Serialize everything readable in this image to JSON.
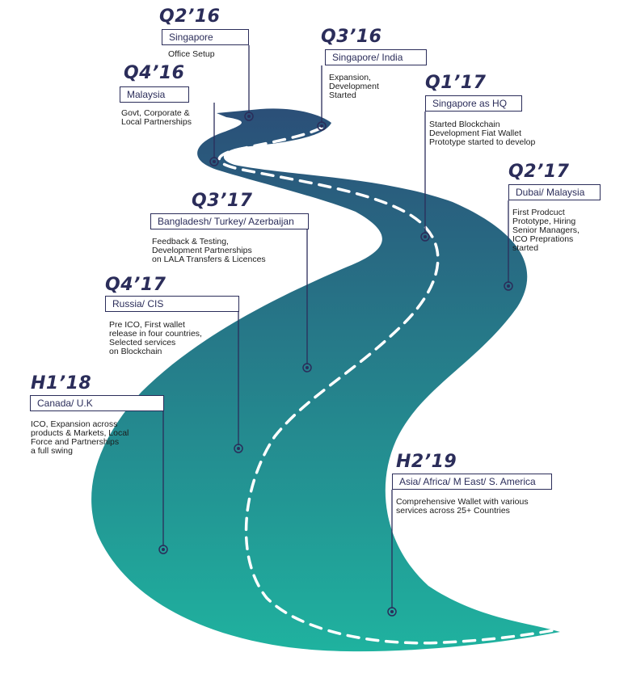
{
  "colors": {
    "road_top": "#2b4f78",
    "road_bottom": "#1fb29f",
    "text": "#2b2d5a",
    "dash": "#ffffff"
  },
  "milestones": [
    {
      "period": "Q2’16",
      "region": "Singapore",
      "description": "Office Setup"
    },
    {
      "period": "Q3’16",
      "region": "Singapore/ India",
      "description": "Expansion,\nDevelopment\nStarted"
    },
    {
      "period": "Q4’16",
      "region": "Malaysia",
      "description": "Govt, Corporate &\nLocal Partnerships"
    },
    {
      "period": "Q1’17",
      "region": "Singapore as HQ",
      "description": "Started Blockchain\nDevelopment Fiat Wallet\nPrototype started to develop"
    },
    {
      "period": "Q2’17",
      "region": "Dubai/ Malaysia",
      "description": "First Prodcuct\nPrototype, Hiring\nSenior Managers,\nICO Preprations\nstarted"
    },
    {
      "period": "Q3’17",
      "region": "Bangladesh/ Turkey/ Azerbaijan",
      "description": "Feedback & Testing,\nDevelopment Partnerships\non LALA Transfers & Licences"
    },
    {
      "period": "Q4’17",
      "region": "Russia/ CIS",
      "description": "Pre ICO, First wallet\nrelease in four countries,\nSelected services\non Blockchain"
    },
    {
      "period": "H1’18",
      "region": "Canada/ U.K",
      "description": "ICO, Expansion across\nproducts & Markets, Local\nForce and Partnerships\na full swing"
    },
    {
      "period": "H2’19",
      "region": "Asia/ Africa/ M East/ S. America",
      "description": "Comprehensive Wallet with various\nservices across 25+ Countries"
    }
  ]
}
